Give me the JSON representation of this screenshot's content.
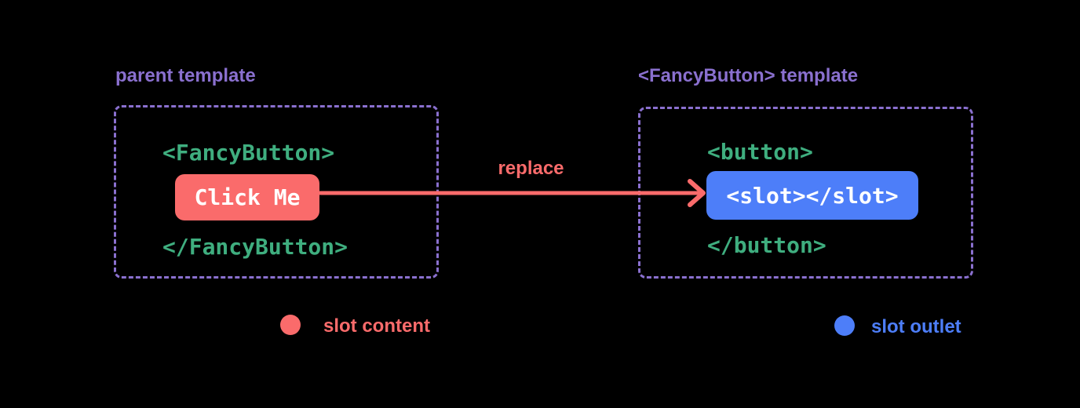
{
  "colors": {
    "background": "#000000",
    "purple": "#8a70cf",
    "green": "#3fae7f",
    "red": "#fa6b6b",
    "blue": "#4d7ef9",
    "white": "#ffffff"
  },
  "left_panel": {
    "title": "parent template",
    "code_open": "<FancyButton>",
    "button_label": "Click Me",
    "code_close": "</FancyButton>"
  },
  "arrow": {
    "label": "replace"
  },
  "right_panel": {
    "title": "<FancyButton> template",
    "code_open": "<button>",
    "slot_label": "<slot></slot>",
    "code_close": "</button>"
  },
  "legend": {
    "slot_content_label": "slot content",
    "slot_outlet_label": "slot outlet"
  }
}
